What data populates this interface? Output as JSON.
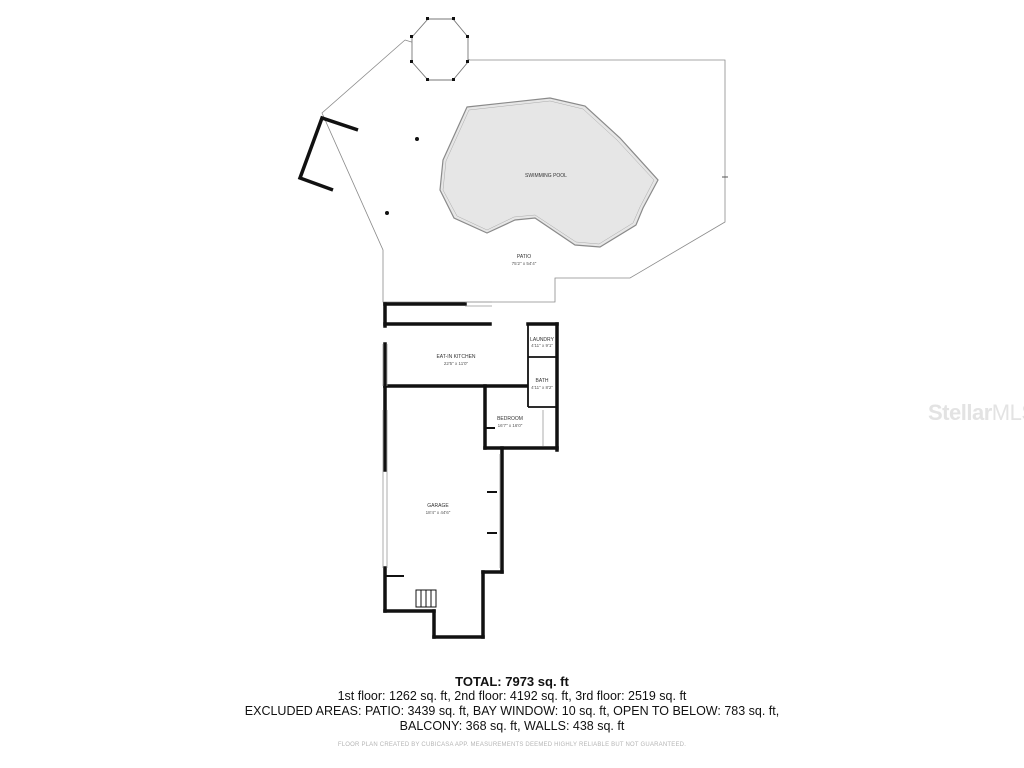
{
  "rooms": {
    "swimming_pool": {
      "name": "SWIMMING POOL"
    },
    "patio": {
      "name": "PATIO",
      "dims": "75'2\" x 54'4\""
    },
    "laundry": {
      "name": "LAUNDRY",
      "dims": "4'11\" x 9'1\""
    },
    "kitchen": {
      "name": "EAT-IN KITCHEN",
      "dims": "22'5\" x 11'0\""
    },
    "bath": {
      "name": "BATH",
      "dims": "4'11\" x 8'2\""
    },
    "bedroom": {
      "name": "BEDROOM",
      "dims": "16'7\" x 16'0\""
    },
    "garage": {
      "name": "GARAGE",
      "dims": "18'4\" x 44'6\""
    }
  },
  "summary": {
    "total": "TOTAL: 7973 sq. ft",
    "line1": "1st floor: 1262 sq. ft, 2nd floor: 4192 sq. ft, 3rd floor: 2519 sq. ft",
    "line2": "EXCLUDED AREAS: PATIO: 3439 sq. ft, BAY WINDOW: 10 sq. ft, OPEN TO BELOW: 783 sq. ft,",
    "line3": "BALCONY: 368 sq. ft, WALLS: 438 sq. ft",
    "disclaimer": "FLOOR PLAN CREATED BY CUBICASA APP. MEASUREMENTS DEEMED HIGHLY RELIABLE BUT NOT GUARANTEED."
  },
  "watermark": {
    "bold": "Stellar",
    "thin": "MLS"
  },
  "colors": {
    "wall": "#111111",
    "outline": "#8a8a8a",
    "pool_fill": "#e6e6e6"
  }
}
